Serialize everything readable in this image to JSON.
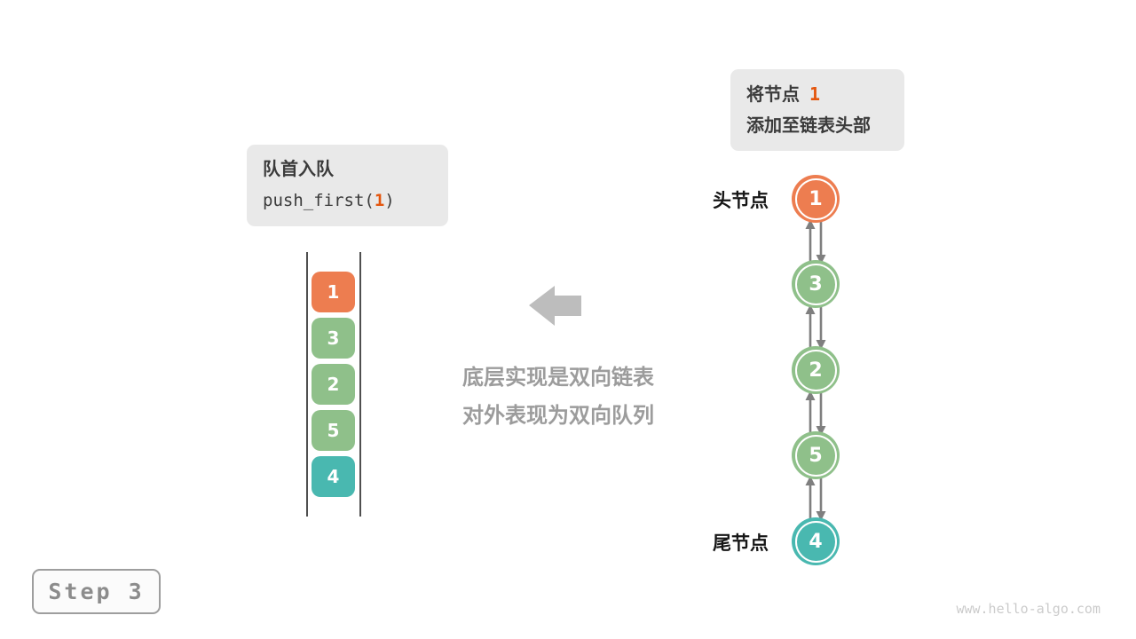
{
  "colors": {
    "orange": "#ED7D50",
    "green": "#8FC08A",
    "teal": "#49B8B0",
    "highlight": "#E4560E",
    "callout_bg": "#E9E9E9",
    "connector": "#7F7F7F",
    "big_arrow": "#BDBDBD",
    "rail": "#4F4F4F"
  },
  "callout_head": {
    "line1_prefix": "将节点",
    "value": "1",
    "line2": "添加至链表头部"
  },
  "callout_op": {
    "title": "队首入队",
    "code_prefix": "push_first(",
    "code_value": "1",
    "code_suffix": ")"
  },
  "stack": {
    "items": [
      {
        "value": "1",
        "color": "#ED7D50"
      },
      {
        "value": "3",
        "color": "#8FC08A"
      },
      {
        "value": "2",
        "color": "#8FC08A"
      },
      {
        "value": "5",
        "color": "#8FC08A"
      },
      {
        "value": "4",
        "color": "#49B8B0"
      }
    ]
  },
  "middle": {
    "line1": "底层实现是双向链表",
    "line2": "对外表现为双向队列"
  },
  "list": {
    "head_label": "头节点",
    "tail_label": "尾节点",
    "nodes": [
      {
        "value": "1",
        "color": "#ED7D50"
      },
      {
        "value": "3",
        "color": "#8FC08A"
      },
      {
        "value": "2",
        "color": "#8FC08A"
      },
      {
        "value": "5",
        "color": "#8FC08A"
      },
      {
        "value": "4",
        "color": "#49B8B0"
      }
    ]
  },
  "step": {
    "label": "Step 3"
  },
  "watermark": "www.hello-algo.com"
}
